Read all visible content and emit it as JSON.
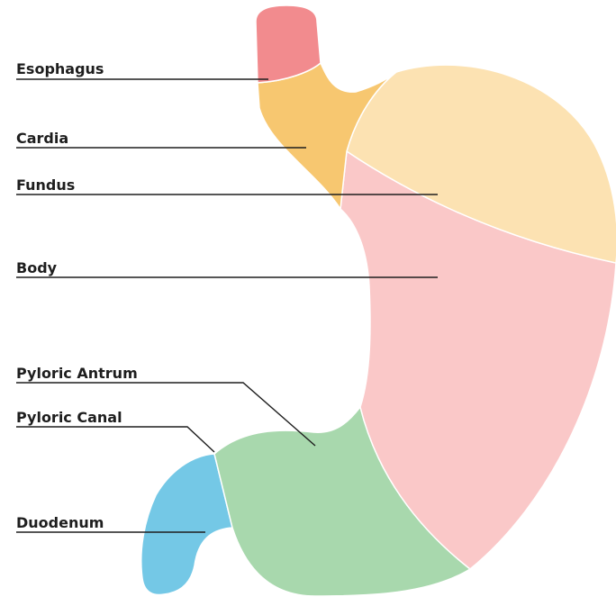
{
  "diagram": {
    "labels": {
      "esophagus": "Esophagus",
      "cardia": "Cardia",
      "fundus": "Fundus",
      "body": "Body",
      "pyloric_antrum": "Pyloric Antrum",
      "pyloric_canal": "Pyloric Canal",
      "duodenum": "Duodenum"
    },
    "colors": {
      "esophagus": "#f28b8e",
      "cardia": "#f7c770",
      "fundus": "#fce2b2",
      "body": "#fac8c8",
      "pyloric": "#a8d8ad",
      "duodenum": "#74c8e6",
      "text": "#1e1e1e"
    }
  }
}
